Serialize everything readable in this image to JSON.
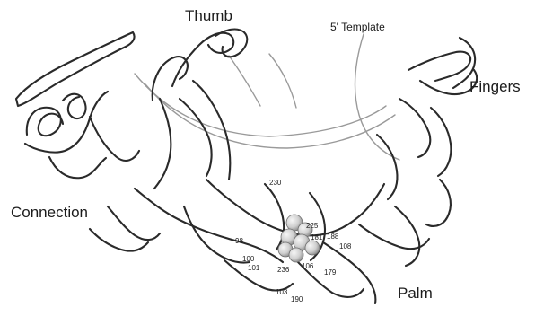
{
  "labels": {
    "thumb": "Thumb",
    "template": "5' Template",
    "fingers": "Fingers",
    "connection": "Connection",
    "palm": "Palm"
  },
  "residues": {
    "r230": "230",
    "r225": "225",
    "r181": "181",
    "r188": "188",
    "r108": "108",
    "r98": "98",
    "r100": "100",
    "r101": "101",
    "r236": "236",
    "r106": "106",
    "r179": "179",
    "r103": "103",
    "r190": "190"
  },
  "colors": {
    "backbone": "#2a2a2a",
    "template_strand": "#9a9a9a",
    "inhibitor": "#c9c9c9"
  }
}
